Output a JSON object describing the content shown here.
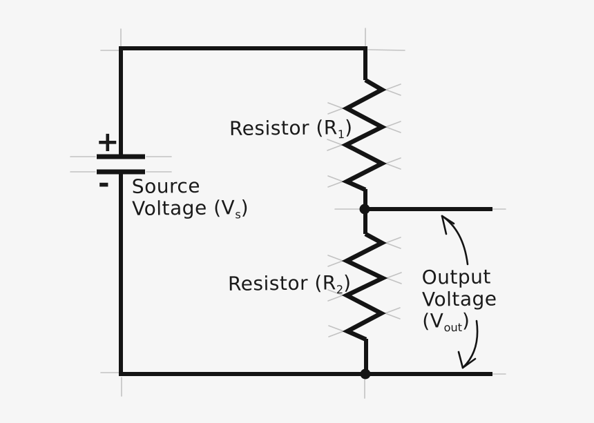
{
  "page": {
    "kind": "voltage-divider-circuit-diagram",
    "background_color": "#f6f6f6",
    "wire_color": "#141414",
    "sketch_mark_color": "#bcbcbc",
    "text_color": "#1a1a1a"
  },
  "battery": {
    "plus_sign": "+",
    "minus_sign": "-",
    "label_line1": "Source",
    "label_line2_pre": "Voltage (V",
    "label_line2_sub": "s",
    "label_line2_post": ")"
  },
  "resistor1": {
    "label_pre": "Resistor (R",
    "label_sub": "1",
    "label_post": ")"
  },
  "resistor2": {
    "label_pre": "Resistor (R",
    "label_sub": "2",
    "label_post": ")"
  },
  "output": {
    "label_line1": "Output",
    "label_line2": "Voltage",
    "label_line3_pre": "(V",
    "label_line3_sub": "out",
    "label_line3_post": ")"
  }
}
